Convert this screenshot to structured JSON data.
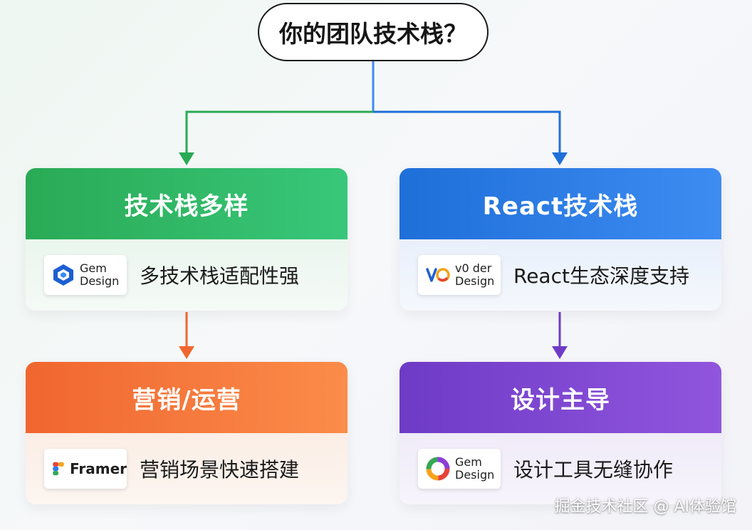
{
  "question": "你的团队技术栈？",
  "cards": {
    "a": {
      "title": "技术栈多样",
      "logo_text": "Gem\nDesign",
      "logo_icon": "gem-design-hexagon-icon",
      "description": "多技术栈适配性强",
      "color": "#2aaa55"
    },
    "b": {
      "title": "React技术栈",
      "logo_text": "v0 der\nDesign",
      "logo_icon": "v0-design-icon",
      "description": "React生态深度支持",
      "color": "#1f6fd9"
    },
    "c": {
      "title": "营销/运营",
      "logo_text": "Framer",
      "logo_icon": "framer-icon",
      "description": "营销场景快速搭建",
      "color": "#f0662f"
    },
    "d": {
      "title": "设计主导",
      "logo_text": "Gem\nDesign",
      "logo_icon": "gem-design-ring-icon",
      "description": "设计工具无缝协作",
      "color": "#6e3bc6"
    }
  },
  "watermark": "掘金技术社区 @ AI体验馆"
}
